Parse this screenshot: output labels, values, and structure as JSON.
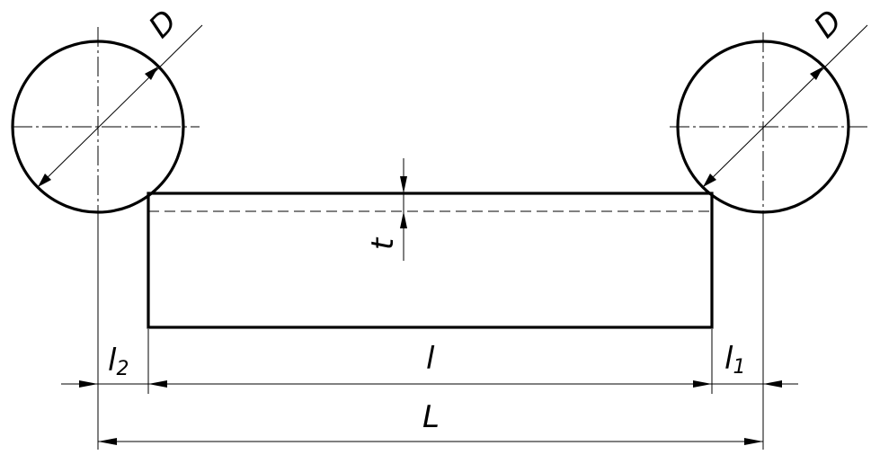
{
  "labels": {
    "diameter_left": "D",
    "diameter_right": "D",
    "depth": "t",
    "length_inner": "l",
    "length_total": "L",
    "offset_left": "l",
    "offset_left_sub": "2",
    "offset_right": "l",
    "offset_right_sub": "1"
  }
}
